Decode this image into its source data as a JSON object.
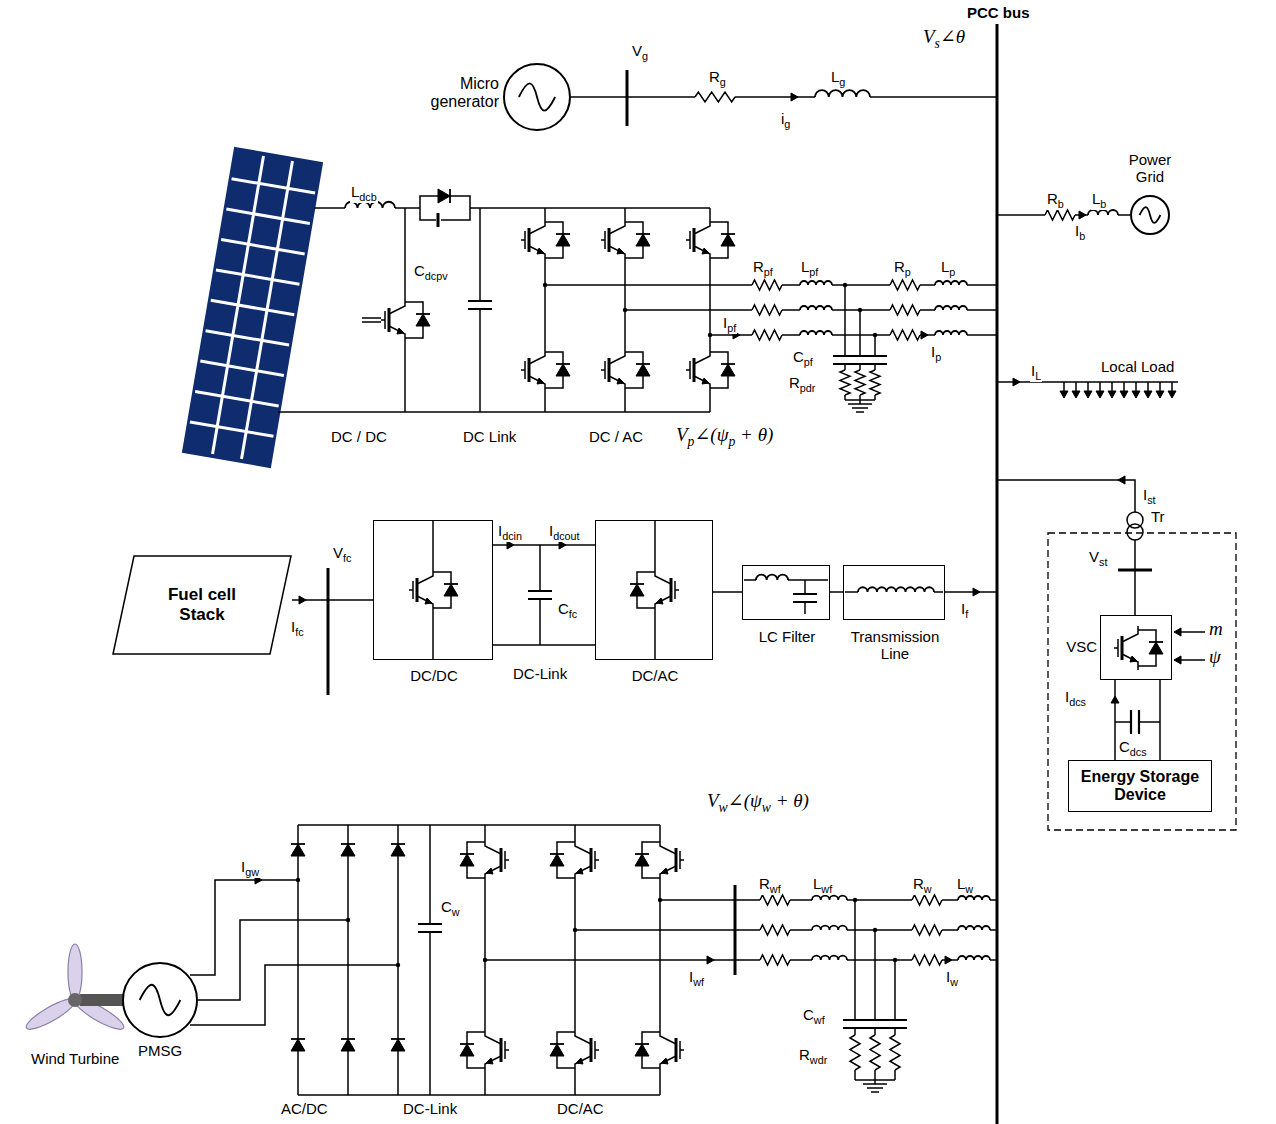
{
  "diagram": {
    "nodes": [
      {
        "text": [
          "Fuel cell Stack"
        ]
      },
      {
        "text": [
          "DC/DC"
        ]
      },
      {
        "text": [
          "DC/AC"
        ]
      },
      {
        "text": [
          "LC Filter"
        ]
      },
      {
        "text": [
          "Transmission Line"
        ]
      },
      {
        "text": [
          "VSC"
        ]
      },
      {
        "text": [
          "Energy Storage Device"
        ]
      },
      {
        "text": [
          "Micro generator"
        ]
      },
      {
        "text": [
          "Power Grid"
        ]
      },
      {
        "text": [
          "PMSG"
        ]
      }
    ],
    "edges": [
      {
        "from": 0,
        "to": 1,
        "arrow": "none"
      },
      {
        "from": 1,
        "to": 2,
        "arrow": "none"
      },
      {
        "from": 2,
        "to": 3,
        "arrow": "none"
      },
      {
        "from": 3,
        "to": 4,
        "arrow": "none"
      },
      {
        "from": 6,
        "to": 5,
        "arrow": "none"
      }
    ],
    "labels": [
      "PCC bus",
      "Vs∠θ",
      "Vg",
      "Rg",
      "ig",
      "Lg",
      "Rb",
      "Lb",
      "Ib",
      "Ldcb",
      "Cdcpv",
      "Rpf",
      "Lpf",
      "Rp",
      "Lp",
      "Ipf",
      "Cpf",
      "Rpdr",
      "Ip",
      "IL",
      "Local Load",
      "DC / DC",
      "DC Link",
      "DC / AC",
      "Vp∠(ψp + θ)",
      "Vfc",
      "Ifc",
      "Idcin",
      "Idcout",
      "Cfc",
      "DC-Link",
      "Ist",
      "Tr",
      "Vst",
      "m",
      "ψ",
      "Idcs",
      "Cdcs",
      "If",
      "Vw∠(ψw + θ)",
      "Igw",
      "Cw",
      "Rwf",
      "Lwf",
      "Rw",
      "Lw",
      "Iwf",
      "Iw",
      "Cwf",
      "Rwdr",
      "Wind Turbine",
      "AC/DC",
      "DC-Link",
      "DC/AC"
    ]
  }
}
